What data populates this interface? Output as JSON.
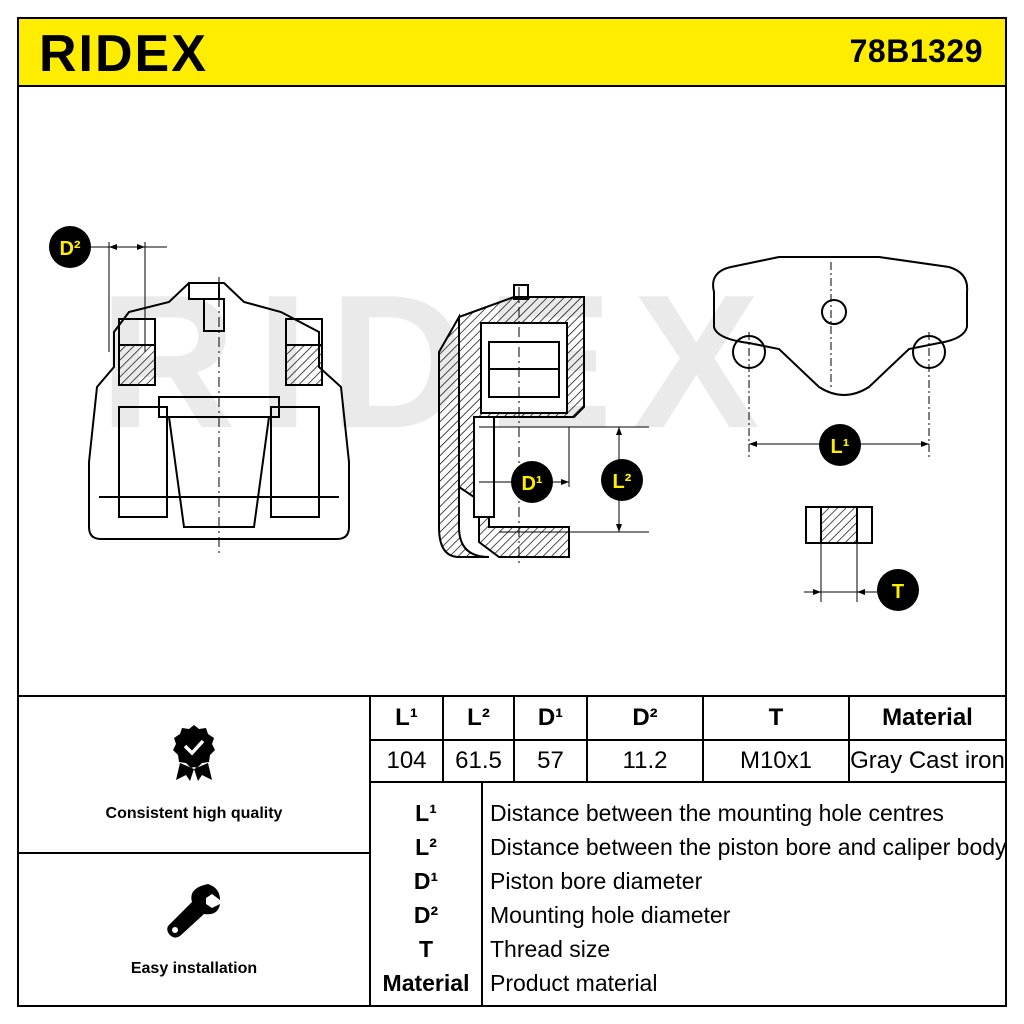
{
  "brand": "RIDEX",
  "part_number": "78B1329",
  "diagram_callouts": {
    "d2": "D²",
    "d1": "D¹",
    "l2": "L²",
    "l1": "L¹",
    "t": "T"
  },
  "features": [
    {
      "label": "Consistent high quality",
      "icon": "quality-badge-icon"
    },
    {
      "label": "Easy installation",
      "icon": "wrench-icon"
    }
  ],
  "specs_table": {
    "headers": [
      "L¹",
      "L²",
      "D¹",
      "D²",
      "T",
      "Material"
    ],
    "values": [
      "104",
      "61.5",
      "57",
      "11.2",
      "M10x1",
      "Gray Cast iron"
    ]
  },
  "legend": [
    {
      "key": "L¹",
      "desc": "Distance between the mounting hole centres"
    },
    {
      "key": "L²",
      "desc": "Distance between the piston bore and caliper body"
    },
    {
      "key": "D¹",
      "desc": "Piston bore diameter"
    },
    {
      "key": "D²",
      "desc": "Mounting hole diameter"
    },
    {
      "key": "T",
      "desc": "Thread size"
    },
    {
      "key": "Material",
      "desc": "Product material"
    }
  ],
  "colors": {
    "accent": "#ffed00",
    "line": "#000000"
  }
}
